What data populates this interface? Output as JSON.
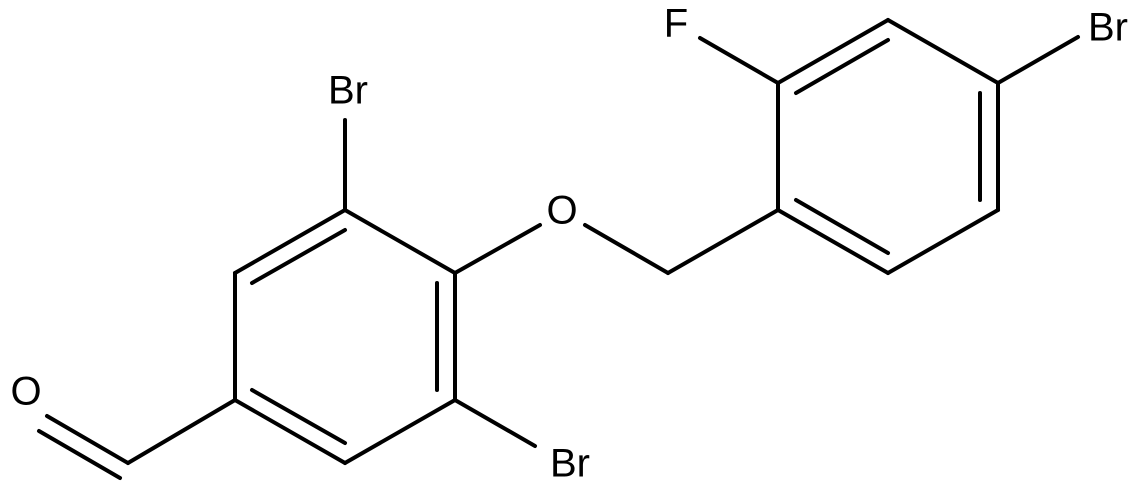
{
  "structure": {
    "atoms": {
      "br_top": "Br",
      "br_bottom": "Br",
      "br_right": "Br",
      "fluorine": "F",
      "ether_oxygen": "O",
      "aldehyde_oxygen": "O"
    }
  }
}
